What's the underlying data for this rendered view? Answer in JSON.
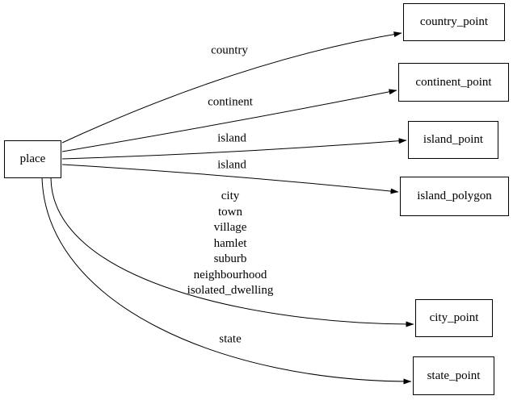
{
  "diagram": {
    "kind": "directed-graph",
    "colors": {
      "background": "#ffffff",
      "node_border": "#000000",
      "edge_stroke": "#000000",
      "text": "#000000"
    },
    "nodes": [
      {
        "id": "place",
        "label": "place"
      },
      {
        "id": "country_point",
        "label": "country_point"
      },
      {
        "id": "continent_point",
        "label": "continent_point"
      },
      {
        "id": "island_point",
        "label": "island_point"
      },
      {
        "id": "island_polygon",
        "label": "island_polygon"
      },
      {
        "id": "city_point",
        "label": "city_point"
      },
      {
        "id": "state_point",
        "label": "state_point"
      }
    ],
    "edges": [
      {
        "from": "place",
        "to": "country_point",
        "label": "country"
      },
      {
        "from": "place",
        "to": "continent_point",
        "label": "continent"
      },
      {
        "from": "place",
        "to": "island_point",
        "label": "island"
      },
      {
        "from": "place",
        "to": "island_polygon",
        "label": "island"
      },
      {
        "from": "place",
        "to": "city_point",
        "label": "city\ntown\nvillage\nhamlet\nsuburb\nneighbourhood\nisolated_dwelling"
      },
      {
        "from": "place",
        "to": "state_point",
        "label": "state"
      }
    ]
  }
}
